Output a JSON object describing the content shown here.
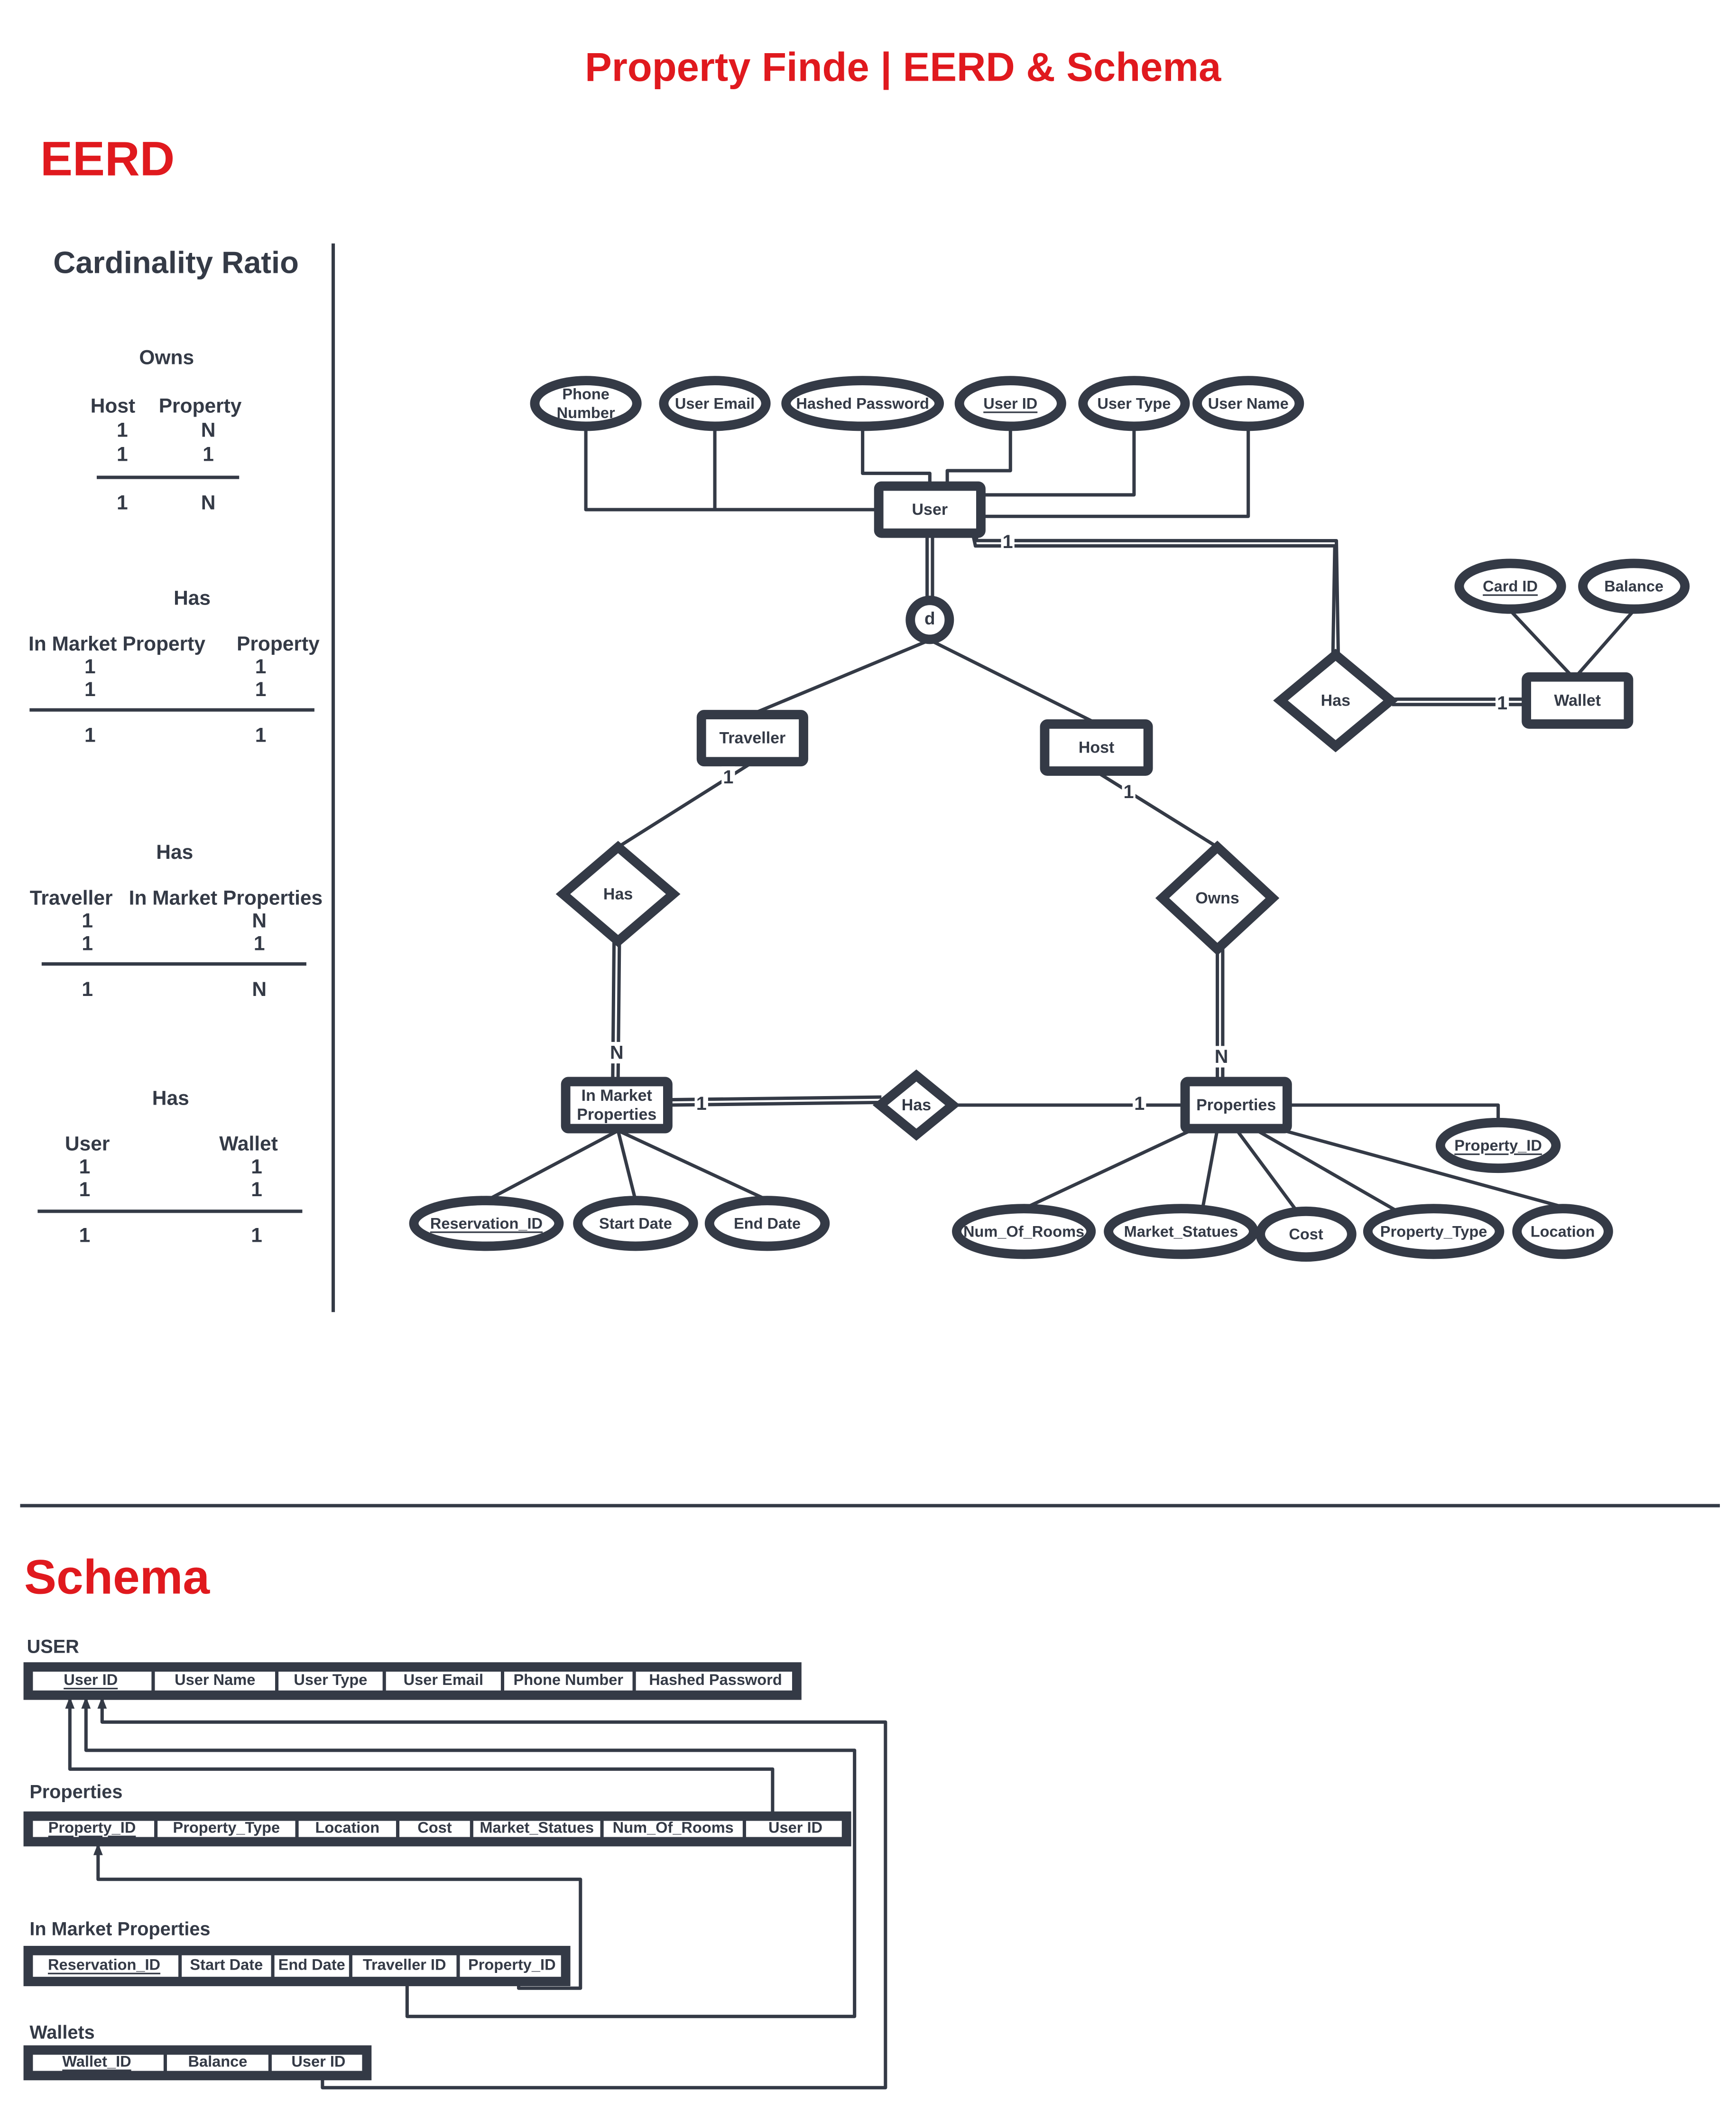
{
  "page_title": "Property Finde | EERD & Schema",
  "eerd_heading": "EERD",
  "schema_heading": "Schema",
  "cardinality": {
    "heading": "Cardinality Ratio",
    "blocks": [
      {
        "title": "Owns",
        "left": "Host",
        "right": "Property",
        "rows": [
          [
            "1",
            "N"
          ],
          [
            "1",
            "1"
          ]
        ],
        "result": [
          "1",
          "N"
        ]
      },
      {
        "title": "Has",
        "left": "In Market Property",
        "right": "Property",
        "rows": [
          [
            "1",
            "1"
          ],
          [
            "1",
            "1"
          ]
        ],
        "result": [
          "1",
          "1"
        ]
      },
      {
        "title": "Has",
        "left": "Traveller",
        "right": "In Market Properties",
        "rows": [
          [
            "1",
            "N"
          ],
          [
            "1",
            "1"
          ]
        ],
        "result": [
          "1",
          "N"
        ]
      },
      {
        "title": "Has",
        "left": "User",
        "right": "Wallet",
        "rows": [
          [
            "1",
            "1"
          ],
          [
            "1",
            "1"
          ]
        ],
        "result": [
          "1",
          "1"
        ]
      }
    ]
  },
  "eerd": {
    "entities": {
      "user": "User",
      "traveller": "Traveller",
      "host": "Host",
      "wallet": "Wallet",
      "in_market": [
        "In Market",
        "Properties"
      ],
      "properties": "Properties"
    },
    "relationships": {
      "has_wallet": "Has",
      "has_traveller": "Has",
      "owns": "Owns",
      "has_inmarket": "Has"
    },
    "specialization": "d",
    "attributes": {
      "phone_number": [
        "Phone",
        "Number"
      ],
      "user_email": "User Email",
      "hashed_password": "Hashed Password",
      "user_id": "User ID",
      "user_type": "User Type",
      "user_name": "User Name",
      "card_id": "Card ID",
      "balance": "Balance",
      "reservation_id": "Reservation_ID",
      "start_date": "Start Date",
      "end_date": "End Date",
      "num_of_rooms": "Num_Of_Rooms",
      "market_statues": "Market_Statues",
      "cost": "Cost",
      "property_type": "Property_Type",
      "location": "Location",
      "property_id": "Property_ID"
    },
    "cardinality_marks": {
      "user_has": "1",
      "wallet_has": "1",
      "traveller_has": "1",
      "inmarket_has_n": "N",
      "host_owns": "1",
      "properties_owns_n": "N",
      "inmarket_has": "1",
      "properties_has": "1"
    }
  },
  "schema": {
    "tables": [
      {
        "name": "USER",
        "columns": [
          "User ID",
          "User Name",
          "User Type",
          "User Email",
          "Phone Number",
          "Hashed Password"
        ]
      },
      {
        "name": "Properties",
        "columns": [
          "Property_ID",
          "Property_Type",
          "Location",
          "Cost",
          "Market_Statues",
          "Num_Of_Rooms",
          "User ID"
        ]
      },
      {
        "name": "In Market Properties",
        "columns": [
          "Reservation_ID",
          "Start Date",
          "End Date",
          "Traveller ID",
          "Property_ID"
        ]
      },
      {
        "name": "Wallets",
        "columns": [
          "Wallet_ID",
          "Balance",
          "User ID"
        ]
      }
    ]
  }
}
